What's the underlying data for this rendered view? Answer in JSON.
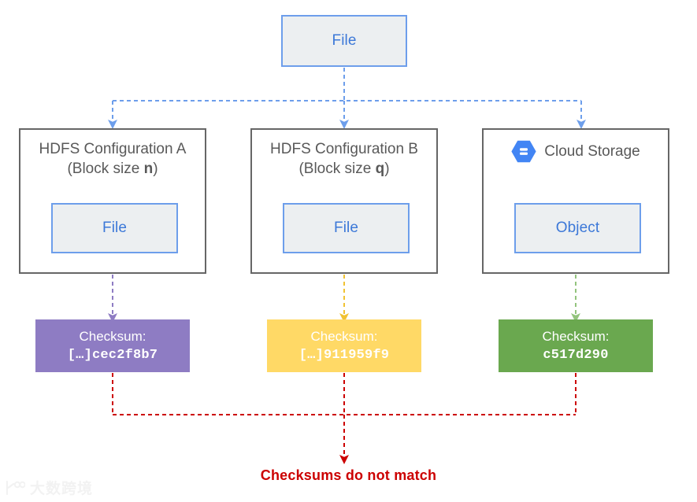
{
  "diagram": {
    "title_caption": "Checksums do not match",
    "source": {
      "label": "File",
      "icon": "file-box"
    },
    "branches": [
      {
        "id": "hdfs-a",
        "title_line1": "HDFS Configuration A",
        "title_line2_prefix": "(Block size ",
        "title_line2_em": "n",
        "title_line2_suffix": ")",
        "inner_label": "File",
        "checksum_label": "Checksum:",
        "checksum_hash": "[…]cec2f8b7",
        "checksum_color": "#8e7cc3",
        "arrow_color": "#8e7cc3"
      },
      {
        "id": "hdfs-b",
        "title_line1": "HDFS Configuration B",
        "title_line2_prefix": "(Block size ",
        "title_line2_em": "q",
        "title_line2_suffix": ")",
        "inner_label": "File",
        "checksum_label": "Checksum:",
        "checksum_hash": "[…]911959f9",
        "checksum_color": "#ffd966",
        "arrow_color": "#f1c232"
      },
      {
        "id": "cloud-storage",
        "title_line1": "Cloud Storage",
        "icon": "gcs-bucket-icon",
        "inner_label": "Object",
        "checksum_label": "Checksum:",
        "checksum_hash": "c517d290",
        "checksum_color": "#6aa84f",
        "arrow_color": "#93c47d"
      }
    ],
    "colors": {
      "source_arrow": "#6d9eeb",
      "result_arrow": "#cc0000",
      "container_border": "#666666",
      "filebox_fill": "#eceff1",
      "filebox_border": "#6d9eeb",
      "filebox_text": "#3c78d8",
      "container_text": "#595959",
      "caption_text": "#cc0000"
    }
  },
  "watermark": {
    "text": "大数跨境"
  }
}
